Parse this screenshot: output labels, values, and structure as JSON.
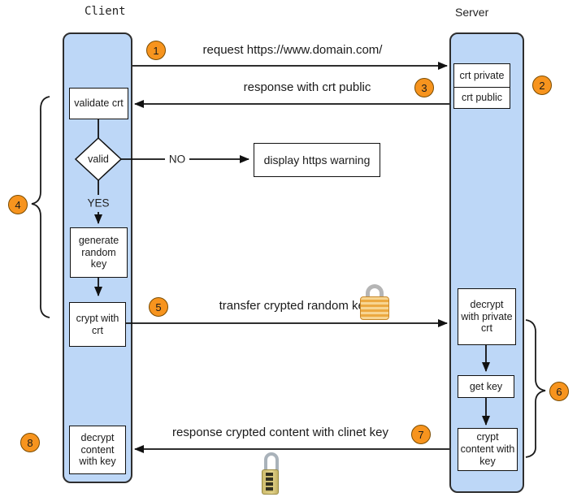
{
  "lanes": {
    "client_label": "Client",
    "server_label": "Server"
  },
  "client_boxes": {
    "validate_crt": "validate crt",
    "generate_random_key": "generate random key",
    "crypt_with_crt": "crypt with crt",
    "decrypt_content_with_key": "decrypt content with key"
  },
  "server_boxes": {
    "crt_private": "crt private",
    "crt_public": "crt public",
    "decrypt_with_private_crt": "decrypt with private crt",
    "get_key": "get key",
    "crypt_content_with_key": "crypt content with key"
  },
  "decision": {
    "label": "valid",
    "no_label": "NO",
    "yes_label": "YES",
    "warning_box": "display https warning"
  },
  "messages": {
    "request": "request https://www.domain.com/",
    "response_crt": "response with crt public",
    "transfer_key": "transfer crypted random key",
    "response_content": "response crypted content with clinet key"
  },
  "steps": {
    "s1": "1",
    "s2": "2",
    "s3": "3",
    "s4": "4",
    "s5": "5",
    "s6": "6",
    "s7": "7",
    "s8": "8"
  },
  "icons": {
    "transfer_lock": "closed-gold-padlock",
    "response_lock": "combination-padlock"
  },
  "colors": {
    "lane_fill": "#bdd7f7",
    "step_fill": "#F7941E",
    "node_fill": "#ffffff"
  }
}
